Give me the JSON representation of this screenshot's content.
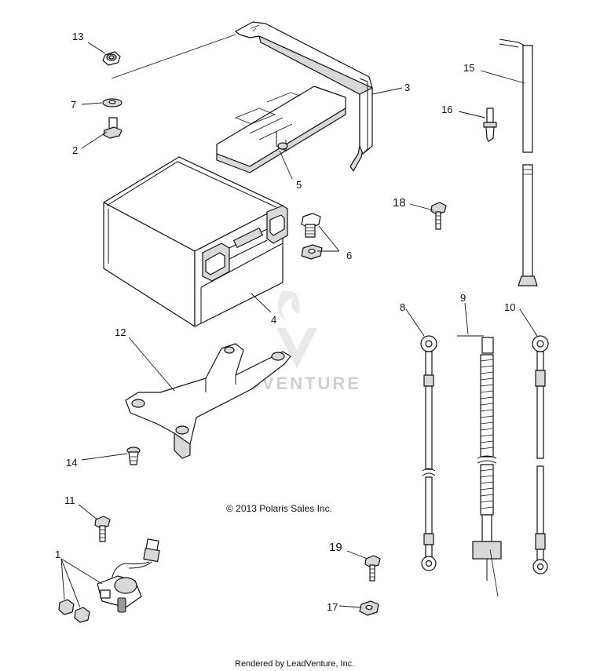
{
  "callouts": {
    "c1": "1",
    "c2": "2",
    "c3": "3",
    "c4": "4",
    "c5": "5",
    "c6": "6",
    "c7": "7",
    "c8": "8",
    "c9": "9",
    "c10": "10",
    "c11": "11",
    "c12": "12",
    "c13": "13",
    "c14": "14",
    "c15": "15",
    "c16": "16",
    "c17": "17",
    "c18": "18",
    "c19": "19"
  },
  "copyright": "© 2013 Polaris Sales Inc.",
  "watermark": "LEADVENTURE",
  "footer": "Rendered by LeadVenture, Inc."
}
